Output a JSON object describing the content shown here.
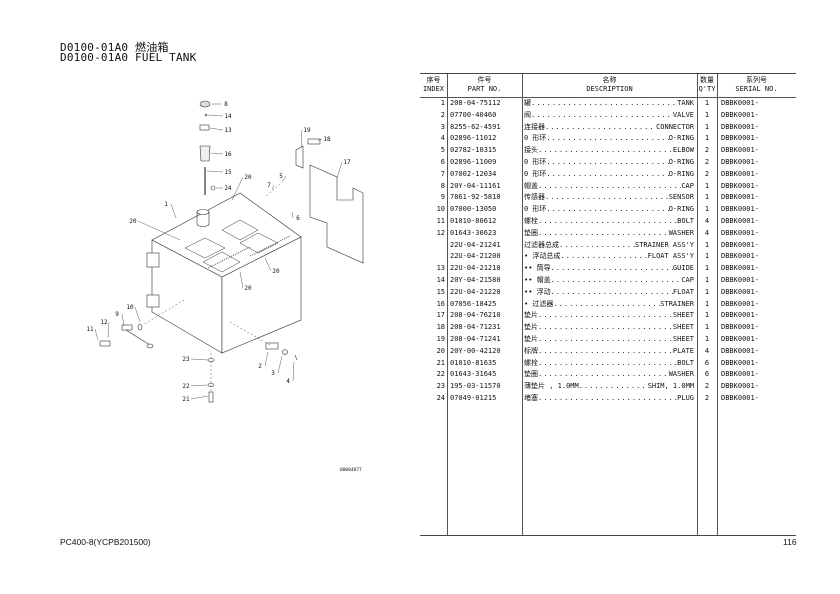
{
  "header": {
    "title_cn": "D0100-01A0 燃油箱",
    "title_en": "D0100-01A0 FUEL TANK"
  },
  "table": {
    "headers": {
      "index_cn": "序号",
      "index_en": "INDEX",
      "part_cn": "件号",
      "part_en": "PART NO.",
      "desc_cn": "名称",
      "desc_en": "DESCRIPTION",
      "qty_cn": "数量",
      "qty_en": "Q'TY",
      "serial_cn": "系列号",
      "serial_en": "SERIAL NO."
    },
    "rows": [
      {
        "index": "1",
        "part": "208-04-75112",
        "cn": "罐",
        "en": "TANK",
        "qty": "1",
        "serial": "DBBK0001-"
      },
      {
        "index": "2",
        "part": "07700-40460",
        "cn": "阀",
        "en": "VALVE",
        "qty": "1",
        "serial": "DBBK0001-"
      },
      {
        "index": "3",
        "part": "8255-62-4591",
        "cn": "连接器",
        "en": "CONNECTOR",
        "qty": "1",
        "serial": "DBBK0001-"
      },
      {
        "index": "4",
        "part": "02896-11012",
        "cn": "0 形环",
        "en": "O-RING",
        "qty": "1",
        "serial": "DBBK0001-"
      },
      {
        "index": "5",
        "part": "02782-10315",
        "cn": "接头",
        "en": "ELBOW",
        "qty": "2",
        "serial": "DBBK0001-"
      },
      {
        "index": "6",
        "part": "02896-11009",
        "cn": "0 形环",
        "en": "O-RING",
        "qty": "2",
        "serial": "DBBK0001-"
      },
      {
        "index": "7",
        "part": "07002-12034",
        "cn": "0 形环",
        "en": "O-RING",
        "qty": "2",
        "serial": "DBBK0001-"
      },
      {
        "index": "8",
        "part": "20Y-04-11161",
        "cn": "帽盖",
        "en": "CAP",
        "qty": "1",
        "serial": "DBBK0001-"
      },
      {
        "index": "9",
        "part": "7861-92-5810",
        "cn": "传感器",
        "en": "SENSOR",
        "qty": "1",
        "serial": "DBBK0001-"
      },
      {
        "index": "10",
        "part": "07000-13050",
        "cn": "0 形环",
        "en": "O-RING",
        "qty": "1",
        "serial": "DBBK0001-"
      },
      {
        "index": "11",
        "part": "01010-80612",
        "cn": "螺栓",
        "en": "BOLT",
        "qty": "4",
        "serial": "DBBK0001-"
      },
      {
        "index": "12",
        "part": "01643-30623",
        "cn": "垫圈",
        "en": "WASHER",
        "qty": "4",
        "serial": "DBBK0001-"
      },
      {
        "index": "",
        "part": "22U-04-21241",
        "cn": "过滤器总成",
        "en": "STRAINER ASS'Y",
        "qty": "1",
        "serial": "DBBK0001-"
      },
      {
        "index": "",
        "part": "22U-04-21200",
        "cn": "• 浮动总成",
        "en": "FLOAT ASS'Y",
        "qty": "1",
        "serial": "DBBK0001-"
      },
      {
        "index": "13",
        "part": "22U-04-21210",
        "cn": "•• 筒导",
        "en": "GUIDE",
        "qty": "1",
        "serial": "DBBK0001-"
      },
      {
        "index": "14",
        "part": "20Y-04-21580",
        "cn": "•• 帽盖",
        "en": "CAP",
        "qty": "1",
        "serial": "DBBK0001-"
      },
      {
        "index": "15",
        "part": "22U-04-21220",
        "cn": "•• 浮动",
        "en": "FLOAT",
        "qty": "1",
        "serial": "DBBK0001-"
      },
      {
        "index": "16",
        "part": "07056-18425",
        "cn": "• 过滤器",
        "en": "STRAINER",
        "qty": "1",
        "serial": "DBBK0001-"
      },
      {
        "index": "17",
        "part": "208-04-76210",
        "cn": "垫片",
        "en": "SHEET",
        "qty": "1",
        "serial": "DBBK0001-"
      },
      {
        "index": "18",
        "part": "208-04-71231",
        "cn": "垫片",
        "en": "SHEET",
        "qty": "1",
        "serial": "DBBK0001-"
      },
      {
        "index": "19",
        "part": "208-04-71241",
        "cn": "垫片",
        "en": "SHEET",
        "qty": "1",
        "serial": "DBBK0001-"
      },
      {
        "index": "20",
        "part": "20Y-00-42120",
        "cn": "标牌",
        "en": "PLATE",
        "qty": "4",
        "serial": "DBBK0001-"
      },
      {
        "index": "21",
        "part": "01010-81635",
        "cn": "螺栓",
        "en": "BOLT",
        "qty": "6",
        "serial": "DBBK0001-"
      },
      {
        "index": "22",
        "part": "01643-31645",
        "cn": "垫圈",
        "en": "WASHER",
        "qty": "6",
        "serial": "DBBK0001-"
      },
      {
        "index": "23",
        "part": "195-03-11570",
        "cn": "薄垫片 , 1.0MM",
        "en": "SHIM, 1.0MM",
        "qty": "2",
        "serial": "DBBK0001-"
      },
      {
        "index": "24",
        "part": "07049-01215",
        "cn": "堵塞",
        "en": "PLUG",
        "qty": "2",
        "serial": "DBBK0001-"
      }
    ]
  },
  "diagram": {
    "callouts": [
      "8",
      "14",
      "13",
      "16",
      "15",
      "24",
      "19",
      "18",
      "17",
      "20",
      "5",
      "7",
      "6",
      "1",
      "20",
      "20",
      "20",
      "10",
      "9",
      "12",
      "11",
      "23",
      "2",
      "3",
      "4",
      "22",
      "21"
    ],
    "drawing_number": "00084877"
  },
  "footer": {
    "model": "PC400-8(YCPB201500)",
    "page": "116"
  }
}
